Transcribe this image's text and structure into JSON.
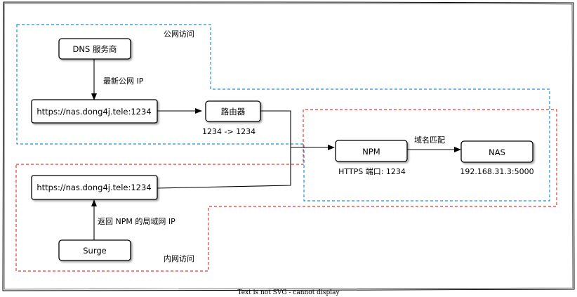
{
  "regions": {
    "public": {
      "label": "公网访问",
      "color": "#1a8fe3"
    },
    "lan": {
      "label": "内网访问",
      "color": "#e53935"
    }
  },
  "nodes": {
    "dns": "DNS 服务商",
    "url_public": "https://nas.dong4j.tele:1234",
    "router": "路由器",
    "url_lan": "https://nas.dong4j.tele:1234",
    "surge": "Surge",
    "npm": "NPM",
    "nas": "NAS"
  },
  "edges": {
    "dns_to_url": "最新公网 IP",
    "router_port": "1234 -> 1234",
    "npm_to_nas": "域名匹配",
    "surge_to_url": "返回 NPM 的局域网 IP"
  },
  "annotations": {
    "npm_port": "HTTPS 端口: 1234",
    "nas_ip": "192.168.31.3:5000"
  },
  "footer": "Text is not SVG - cannot display"
}
